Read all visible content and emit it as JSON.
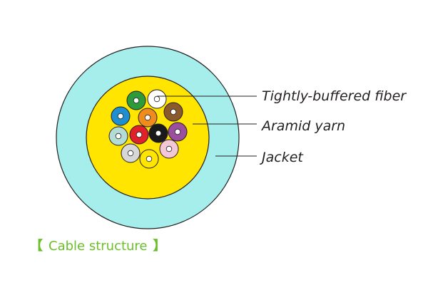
{
  "labels": {
    "fiber": "Tightly-buffered fiber",
    "aramid": "Aramid yarn",
    "jacket": "Jacket"
  },
  "caption": {
    "open_bracket": "【",
    "text": "Cable structure",
    "close_bracket": "】"
  },
  "colors": {
    "jacket": "#a6eeec",
    "aramid_yarn": "#ffe500",
    "outline": "#231f20",
    "caption": "#6bbf2a",
    "fiber_bore": "#ffffff"
  },
  "fibers": [
    {
      "color_name": "green",
      "color": "#2d9b3a"
    },
    {
      "color_name": "white",
      "color": "#ffffff"
    },
    {
      "color_name": "blue",
      "color": "#1f8fd0"
    },
    {
      "color_name": "orange",
      "color": "#f08c1e"
    },
    {
      "color_name": "brown",
      "color": "#8b5a2b"
    },
    {
      "color_name": "slate",
      "color": "#b4dcd6"
    },
    {
      "color_name": "red",
      "color": "#e0202a"
    },
    {
      "color_name": "black",
      "color": "#1a1a1a"
    },
    {
      "color_name": "violet",
      "color": "#9b4f9e"
    },
    {
      "color_name": "grey",
      "color": "#d7d7d7"
    },
    {
      "color_name": "yellow",
      "color": "#ffe500"
    },
    {
      "color_name": "rose",
      "color": "#f3c7d6"
    }
  ]
}
